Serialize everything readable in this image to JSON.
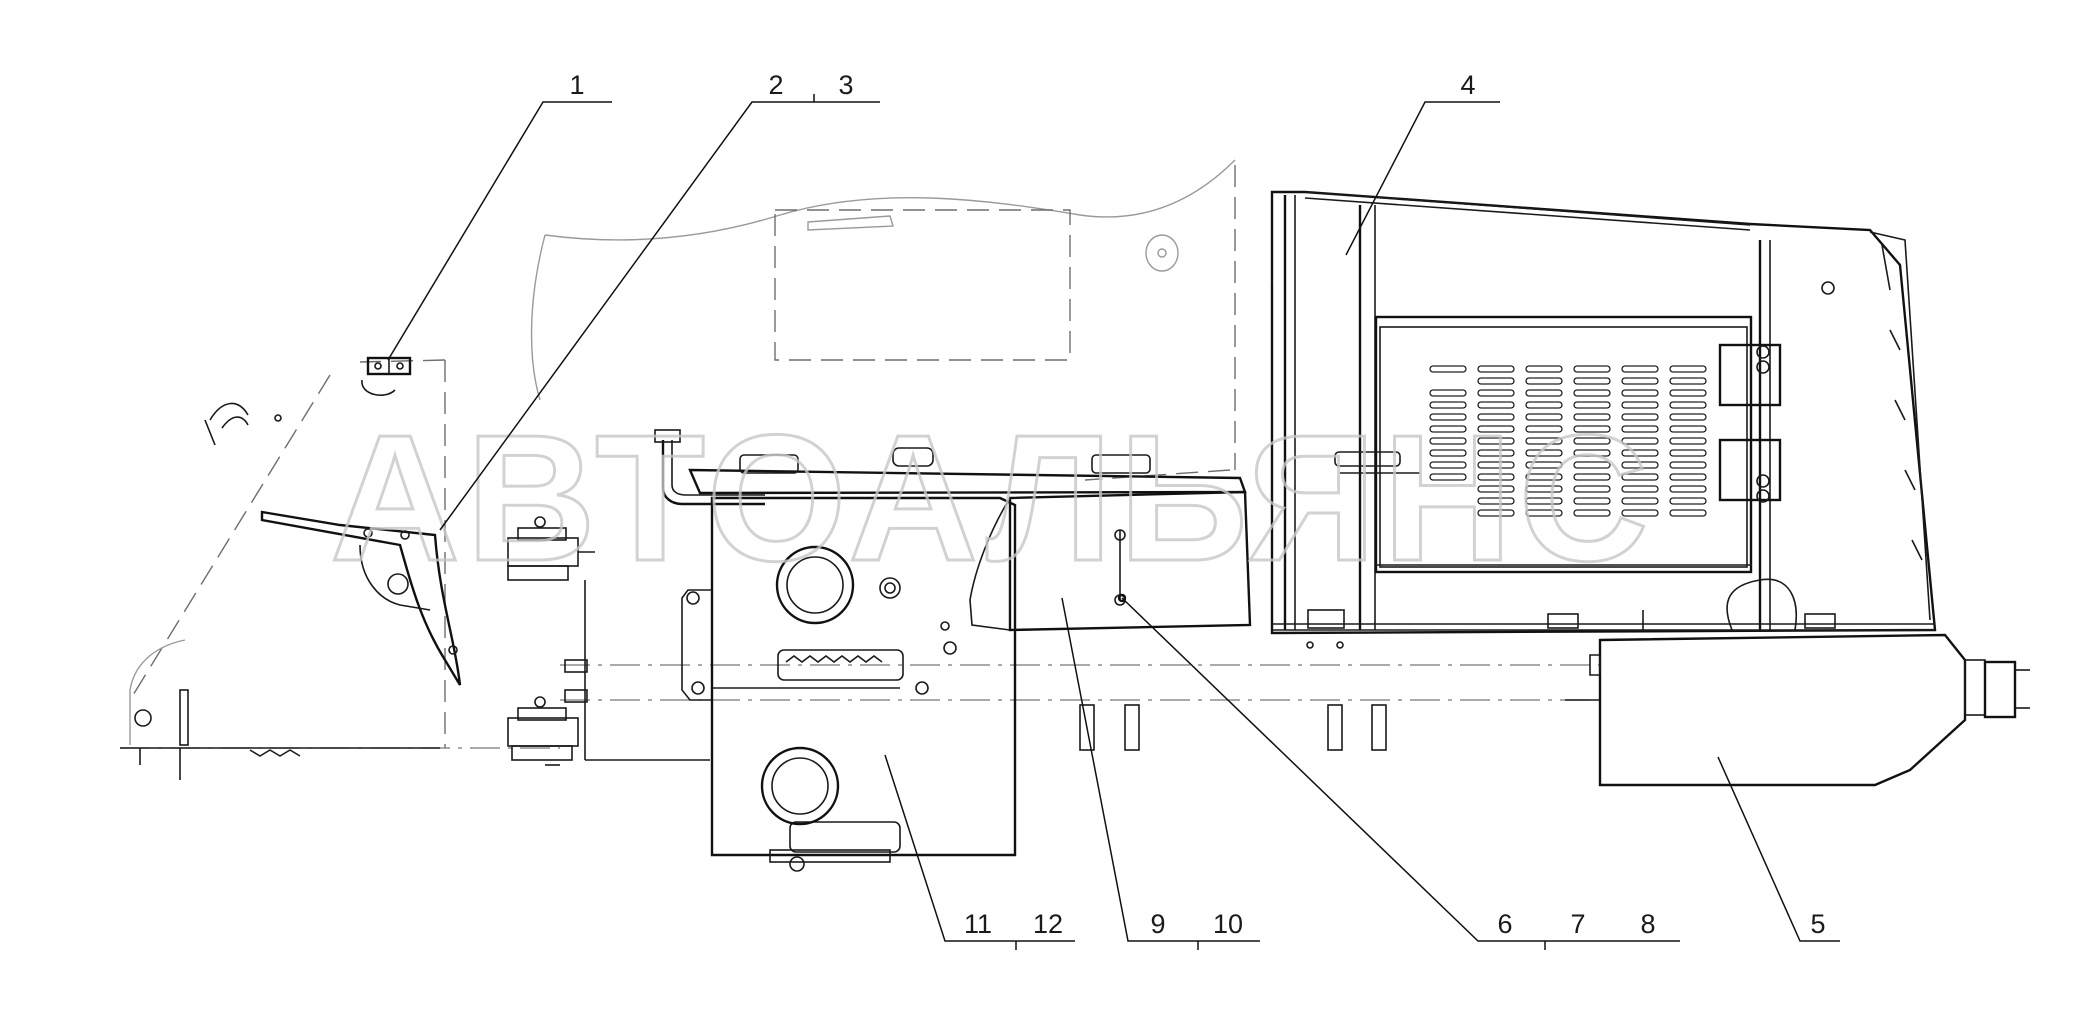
{
  "watermark": "АВТОАЛЬЯНС",
  "callouts": [
    {
      "id": "c1",
      "label": "1"
    },
    {
      "id": "c2",
      "label": "2"
    },
    {
      "id": "c3",
      "label": "3"
    },
    {
      "id": "c4",
      "label": "4"
    },
    {
      "id": "c5",
      "label": "5"
    },
    {
      "id": "c6",
      "label": "6"
    },
    {
      "id": "c7",
      "label": "7"
    },
    {
      "id": "c8",
      "label": "8"
    },
    {
      "id": "c9",
      "label": "9"
    },
    {
      "id": "c10",
      "label": "10"
    },
    {
      "id": "c11",
      "label": "11"
    },
    {
      "id": "c12",
      "label": "12"
    }
  ],
  "colors": {
    "line": "#1a1a1a",
    "phantom": "#9a9a9a",
    "watermark": "#c8c8c8",
    "background": "#ffffff"
  }
}
